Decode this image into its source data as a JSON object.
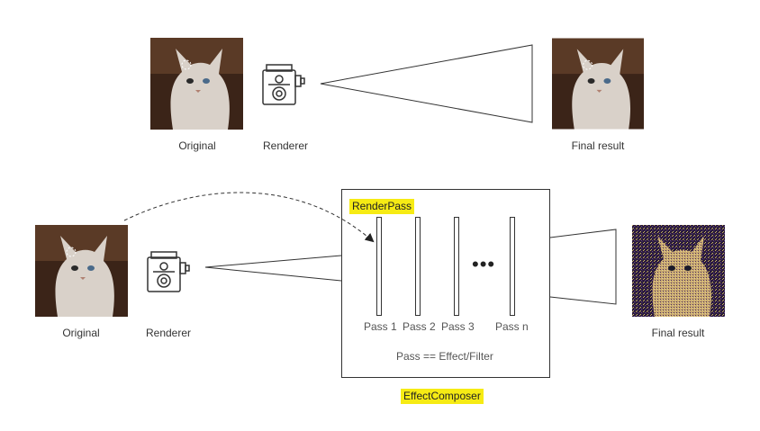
{
  "top_row": {
    "original_label": "Original",
    "renderer_label": "Renderer",
    "final_label": "Final result"
  },
  "bottom_row": {
    "original_label": "Original",
    "renderer_label": "Renderer",
    "final_label": "Final result",
    "render_pass_label": "RenderPass",
    "composer_label": "EffectComposer",
    "passes": [
      "Pass 1",
      "Pass 2",
      "Pass 3",
      "Pass n"
    ],
    "ellipsis": "•••",
    "equation": "Pass == Effect/Filter"
  },
  "colors": {
    "highlight": "#f6eb14",
    "stroke": "#333333",
    "photo_bg": "#3b2418",
    "cat_fur": "#d9d1c9"
  },
  "icons": [
    "cat-photo-icon",
    "film-camera-icon",
    "noisy-cat-photo-icon"
  ]
}
